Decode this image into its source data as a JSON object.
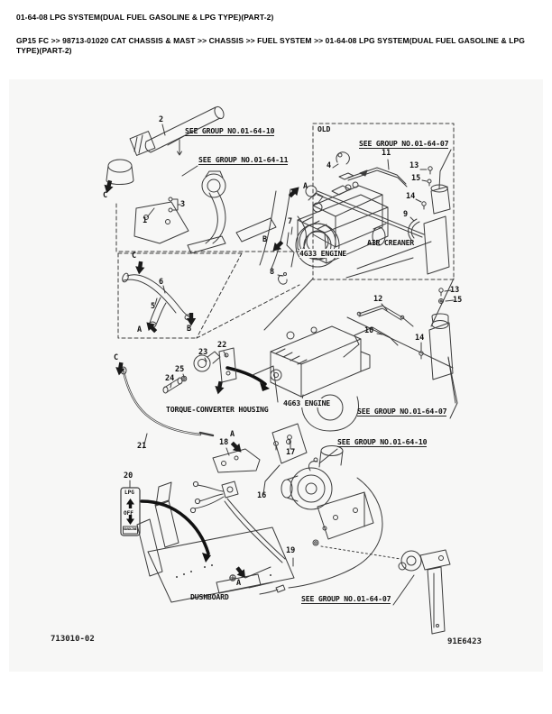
{
  "header": {
    "title": "01-64-08 LPG SYSTEM(DUAL FUEL GASOLINE & LPG TYPE)(PART-2)",
    "breadcrumb": "GP15 FC >> 98713-01020 CAT CHASSIS & MAST >> CHASSIS >> FUEL SYSTEM >> 01-64-08 LPG SYSTEM(DUAL FUEL GASOLINE & LPG TYPE)(PART-2)"
  },
  "diagram": {
    "colors": {
      "canvas": "#f7f7f6",
      "ink": "#3c3c3c",
      "text": "#111111"
    },
    "group_refs": [
      "SEE GROUP NO.01-64-10",
      "SEE GROUP NO.01-64-11",
      "SEE GROUP NO.01-64-07",
      "SEE GROUP NO.01-64-07",
      "SEE GROUP NO.01-64-10",
      "SEE GROUP NO.01-64-07"
    ],
    "area_labels": [
      "OLD",
      "AIR CREANER",
      "4G33 ENGINE",
      "4G63 ENGINE",
      "TORQUE-CONVERTER HOUSING",
      "DUSHBOARD"
    ],
    "switch_decal": {
      "top": "LPG",
      "middle": "OFF",
      "bottom": "GASOLINE"
    },
    "callouts": [
      "2",
      "1",
      "3",
      "4",
      "11",
      "13",
      "15",
      "14",
      "9",
      "7",
      "8",
      "12",
      "13",
      "15",
      "10",
      "14",
      "5",
      "6",
      "22",
      "23",
      "24",
      "25",
      "21",
      "20",
      "18",
      "17",
      "16",
      "19"
    ],
    "view_letters": [
      "C",
      "A",
      "B",
      "C",
      "A",
      "B",
      "C",
      "A",
      "A"
    ]
  },
  "footer": {
    "drawing_no": "713010-02",
    "figure_no": "91E6423"
  }
}
